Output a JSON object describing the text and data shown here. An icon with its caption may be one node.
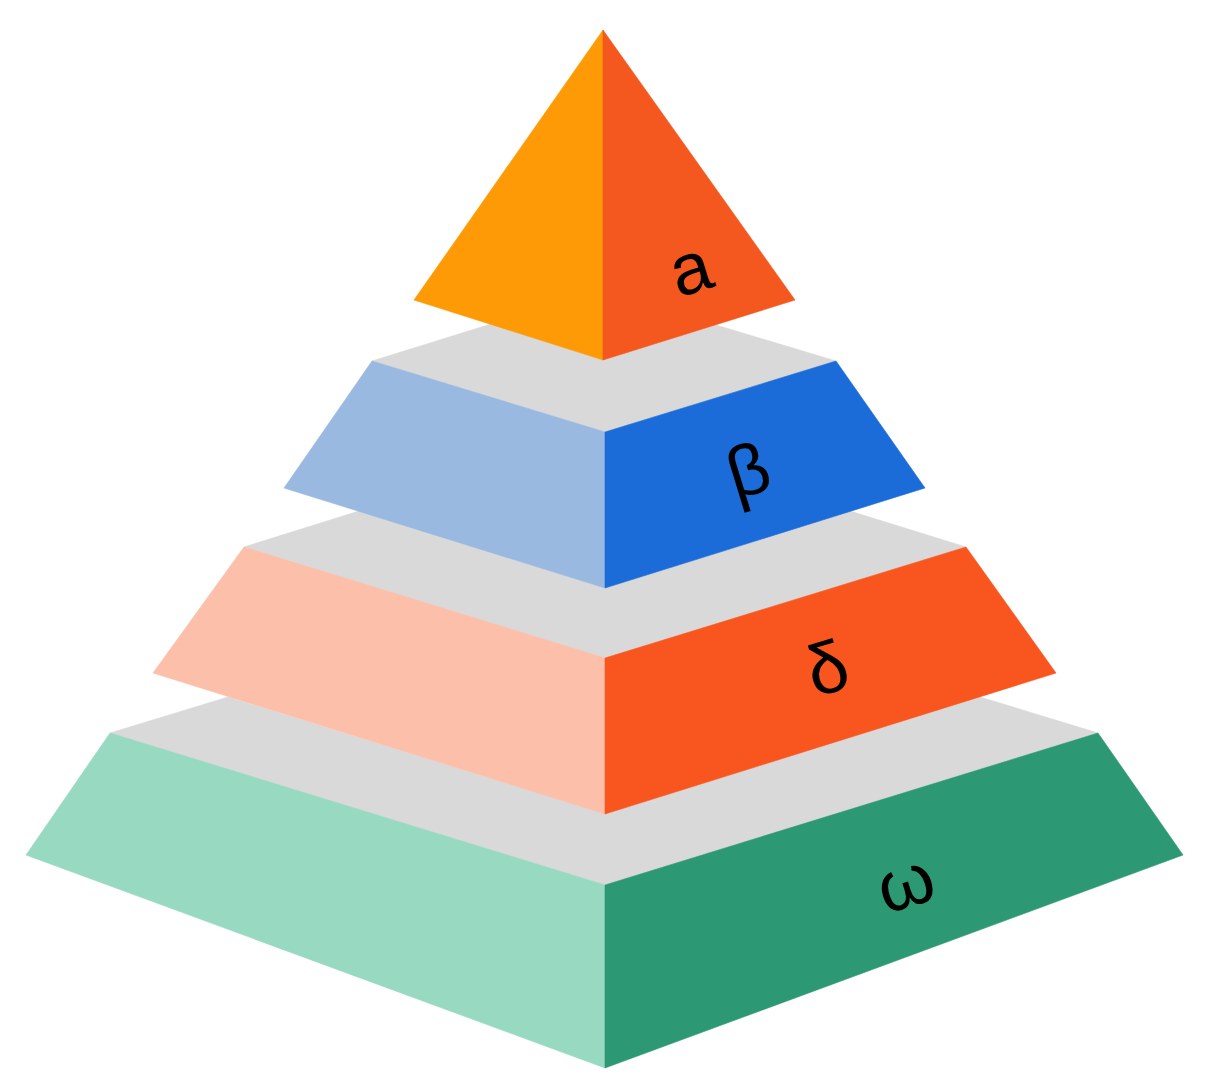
{
  "diagram": {
    "nodes": [
      {
        "text": [
          "a"
        ]
      },
      {
        "text": [
          "β"
        ]
      },
      {
        "text": [
          "δ"
        ]
      },
      {
        "text": [
          "ω"
        ]
      }
    ]
  }
}
